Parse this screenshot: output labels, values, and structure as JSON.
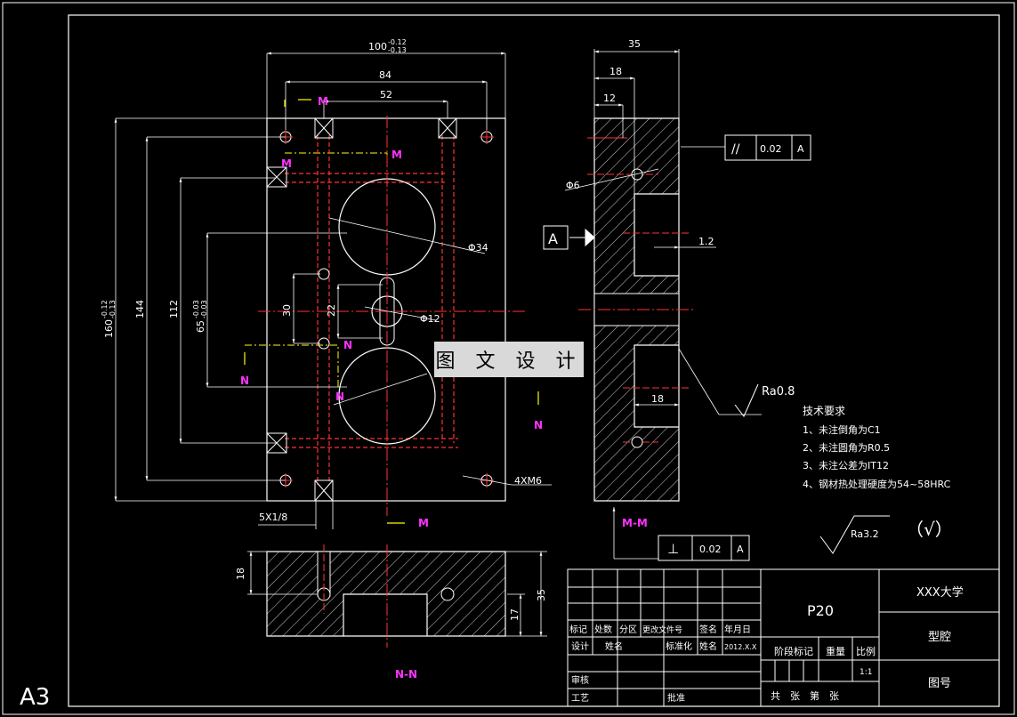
{
  "sheet": {
    "size_label": "A3"
  },
  "watermark": "图 文 设 计",
  "front_view": {
    "dims": {
      "width_total": "100",
      "width_tol_upper": "-0.12",
      "width_tol_lower": "-0.13",
      "d84": "84",
      "d52": "52",
      "height_total": "160",
      "height_tol_upper": "-0.12",
      "height_tol_lower": "-0.13",
      "d144": "144",
      "d112": "112",
      "d65": "65",
      "d65_tol_upper": "-0.03",
      "d65_tol_lower": "-0.03",
      "d30": "30",
      "d22": "22",
      "dia34": "Φ34",
      "dia12": "Φ12",
      "thread_holes": "4XM6",
      "pipe_thread": "5X1/8"
    },
    "section_marks": {
      "m": "M",
      "n": "N"
    }
  },
  "side_view": {
    "dims": {
      "d35": "35",
      "d18": "18",
      "d12": "12",
      "dia6": "Φ6",
      "d1_2": "1.2",
      "d18b": "18"
    },
    "datum_label": "A",
    "roughness_local": "Ra0.8",
    "tol_parallel": {
      "symbol": "//",
      "value": "0.02",
      "datum": "A"
    },
    "tol_perp": {
      "symbol": "⊥",
      "value": "0.02",
      "datum": "A"
    },
    "section_label": "M-M"
  },
  "bottom_view": {
    "dims": {
      "d18": "18",
      "d35": "35",
      "d17": "17"
    },
    "section_label": "N-N"
  },
  "tech_requirements": {
    "title": "技术要求",
    "items": [
      "1、未注倒角为C1",
      "2、未注圆角为R0.5",
      "3、未注公差为IT12",
      "4、钢材热处理硬度为54~58HRC"
    ]
  },
  "roughness_general": {
    "value": "Ra3.2",
    "bracket": "（√）"
  },
  "title_block": {
    "school": "XXX大学",
    "part_name": "型腔",
    "material": "P20",
    "drawing_no_label": "图号",
    "hdr": [
      "标记",
      "处数",
      "分区",
      "更改文件号",
      "签名",
      "年月日"
    ],
    "design_label": "设计",
    "design_name": "姓名",
    "std_label": "标准化",
    "std_name": "姓名",
    "date": "2012.X.X",
    "stage_label": "阶段标记",
    "weight_label": "重量",
    "scale_label": "比例",
    "scale_value": "1:1",
    "review_label": "审核",
    "process_label": "工艺",
    "approve_label": "批准",
    "sheets_label": "共　张　第　张"
  }
}
